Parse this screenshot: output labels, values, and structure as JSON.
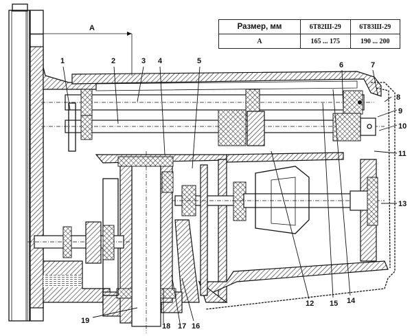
{
  "figure": {
    "type": "gearbox-cross-section",
    "dimension_label": "A",
    "callouts": [
      "1",
      "2",
      "3",
      "4",
      "5",
      "6",
      "7",
      "8",
      "9",
      "10",
      "11",
      "12",
      "13",
      "14",
      "15",
      "16",
      "17",
      "18",
      "19"
    ]
  },
  "table": {
    "header": [
      "Размер, мм",
      "6Т82Ш-29",
      "6Т83Ш-29"
    ],
    "rows": [
      [
        "А",
        "165 ... 175",
        "190 ... 200"
      ]
    ]
  }
}
